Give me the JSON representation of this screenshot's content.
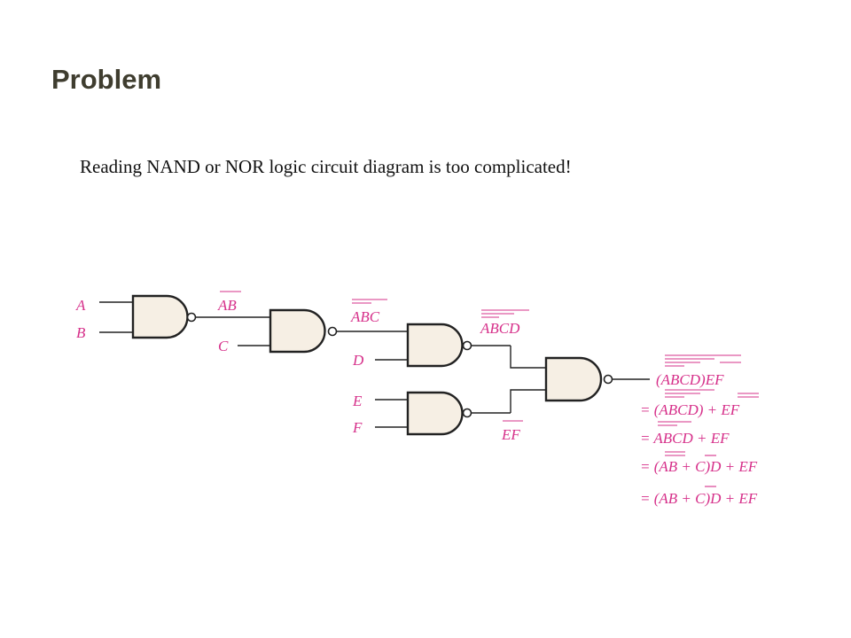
{
  "title": "Problem",
  "subtitle": "Reading NAND or NOR logic circuit diagram is too complicated!",
  "diagram": {
    "input_labels": [
      "A",
      "B",
      "C",
      "D",
      "E",
      "F"
    ],
    "intermediate_labels": [
      "AB",
      "ABC",
      "ABCD",
      "EF"
    ],
    "output_expression": "(ABCD)EF",
    "simplification_steps": [
      "= (ABCD) + EF",
      "= ABCD + EF",
      "= (AB + C)D + EF",
      "= (AB + C)D + EF"
    ],
    "colors": {
      "label": "#d6308a",
      "gate_fill": "#f6efe4",
      "wire": "#222222"
    }
  }
}
